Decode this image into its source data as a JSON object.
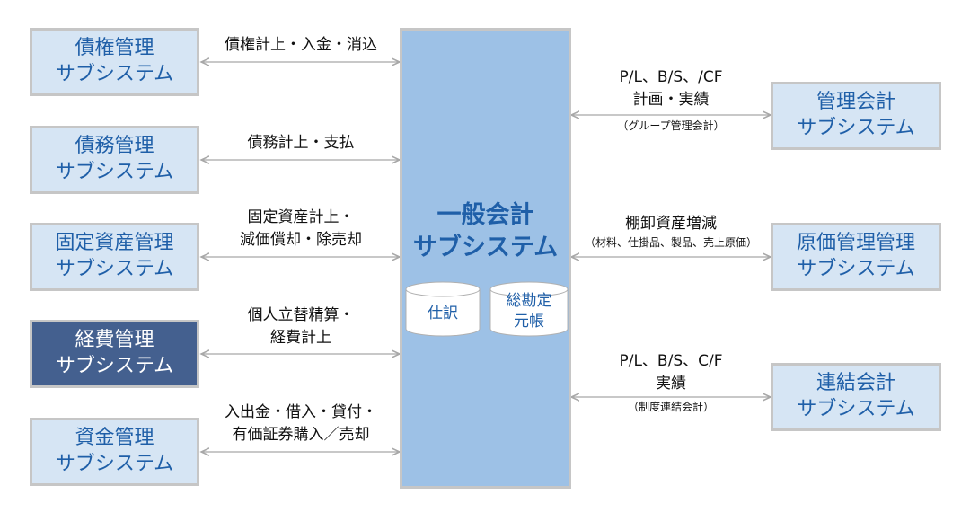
{
  "colors": {
    "box_fill": "#d6e5f4",
    "box_text": "#1f5fa8",
    "highlight_fill": "#44608f",
    "center_fill": "#9dc1e6",
    "border": "#c6c6c6",
    "arrow": "#a8a8a8"
  },
  "left_systems": [
    {
      "line1": "債権管理",
      "line2": "サブシステム",
      "flow": [
        "債権計上・入金・消込"
      ]
    },
    {
      "line1": "債務管理",
      "line2": "サブシステム",
      "flow": [
        "債務計上・支払"
      ]
    },
    {
      "line1": "固定資産管理",
      "line2": "サブシステム",
      "flow": [
        "固定資産計上・",
        "減価償却・除売却"
      ]
    },
    {
      "line1": "経費管理",
      "line2": "サブシステム",
      "flow": [
        "個人立替精算・",
        "経費計上"
      ]
    },
    {
      "line1": "資金管理",
      "line2": "サブシステム",
      "flow": [
        "入出金・借入・貸付・",
        "有価証券購入／売却"
      ]
    }
  ],
  "center": {
    "line1": "一般会計",
    "line2": "サブシステム",
    "db1": "仕訳",
    "db2_line1": "総勘定",
    "db2_line2": "元帳"
  },
  "right_systems": [
    {
      "line1": "管理会計",
      "line2": "サブシステム",
      "flow": [
        "P/L、B/S、/CF",
        "計画・実績"
      ],
      "note": "（グループ管理会計）"
    },
    {
      "line1": "原価管理管理",
      "line2": "サブシステム",
      "flow": [
        "棚卸資産増減"
      ],
      "note": "（材料、仕掛品、製品、売上原価）"
    },
    {
      "line1": "連結会計",
      "line2": "サブシステム",
      "flow": [
        "P/L、B/S、C/F",
        "実績"
      ],
      "note": "（制度連結会計）"
    }
  ]
}
